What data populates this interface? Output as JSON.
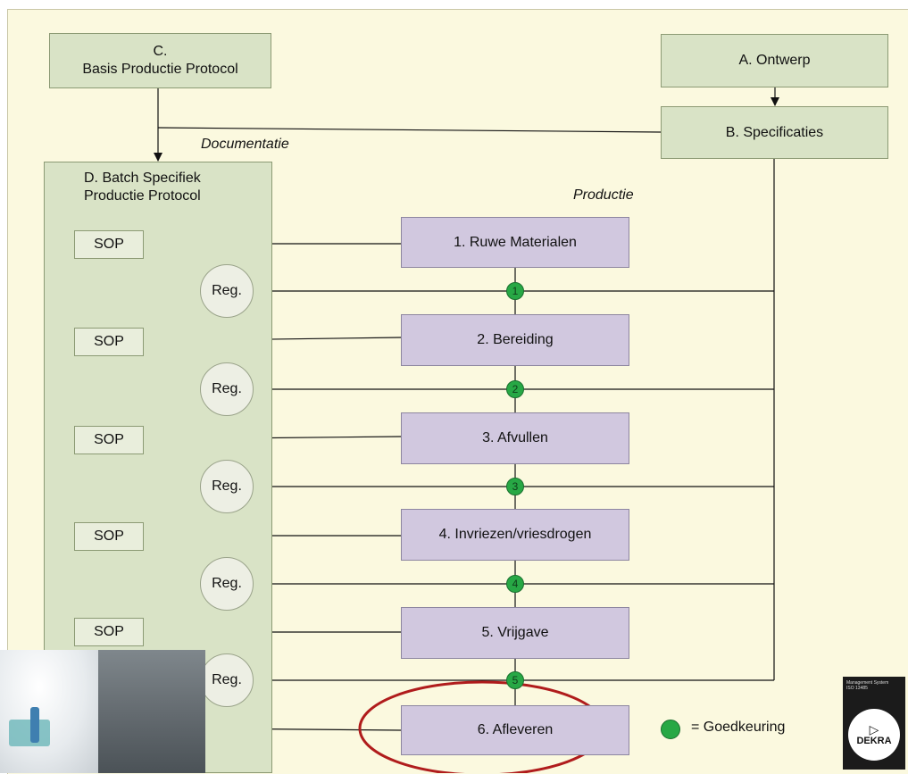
{
  "boxes": {
    "c_line1": "C.",
    "c_line2": "Basis Productie Protocol",
    "a": "A. Ontwerp",
    "b": "B. Specificaties",
    "d_line1": "D. Batch Specifiek",
    "d_line2": "Productie Protocol"
  },
  "labels": {
    "documentatie": "Documentatie",
    "productie": "Productie",
    "legend": "= Goedkeuring"
  },
  "steps": [
    {
      "label": "1. Ruwe Materialen",
      "sop": "SOP",
      "reg": "Reg.",
      "check": "1"
    },
    {
      "label": "2. Bereiding",
      "sop": "SOP",
      "reg": "Reg.",
      "check": "2"
    },
    {
      "label": "3. Afvullen",
      "sop": "SOP",
      "reg": "Reg.",
      "check": "3"
    },
    {
      "label": "4. Invriezen/vriesdrogen",
      "sop": "SOP",
      "reg": "Reg.",
      "check": "4"
    },
    {
      "label": "5. Vrijgave",
      "sop": "SOP",
      "reg": "Reg.",
      "check": "5"
    },
    {
      "label": "6. Afleveren"
    }
  ],
  "badge": {
    "line1": "Management System",
    "line2": "ISO 13485",
    "brand": "DEKRA"
  },
  "colors": {
    "background": "#fbf9df",
    "green_box": "#d9e3c6",
    "purple_box": "#d1c8df",
    "approval_dot": "#27a845",
    "highlight_ellipse": "#b01c1c"
  }
}
